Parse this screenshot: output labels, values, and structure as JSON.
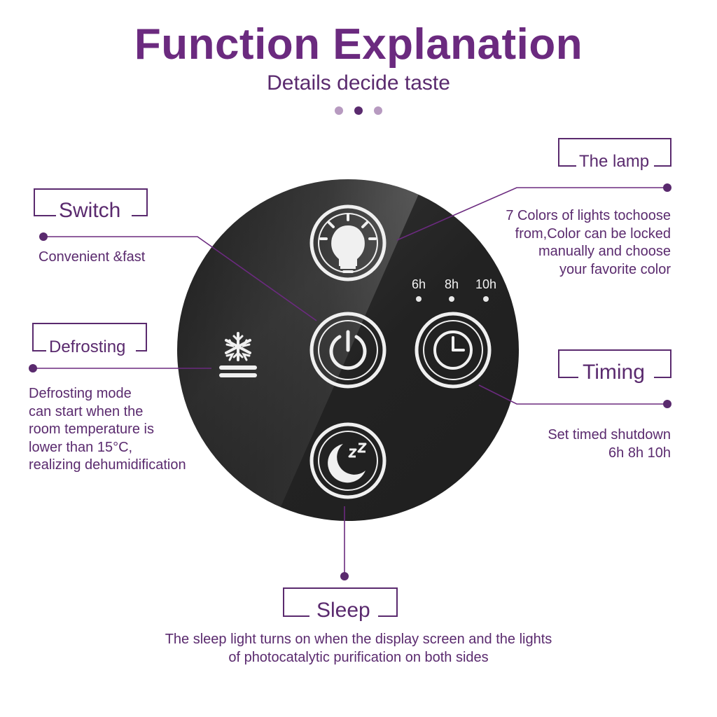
{
  "header": {
    "title": "Function Explanation",
    "subtitle": "Details decide taste"
  },
  "features": {
    "switch": {
      "label": "Switch",
      "desc": "Convenient &fast"
    },
    "lamp": {
      "label": "The lamp",
      "desc_lines": [
        "7 Colors of lights tochoose",
        "from,Color can be locked",
        "manually and choose",
        "your favorite color"
      ]
    },
    "defrosting": {
      "label": "Defrosting",
      "desc_lines": [
        "Defrosting mode",
        "can start when the",
        "room temperature is",
        "lower than 15°C,",
        "realizing dehumidification"
      ]
    },
    "timing": {
      "label": "Timing",
      "desc_lines": [
        "Set timed shutdown",
        "6h 8h 10h"
      ]
    },
    "sleep": {
      "label": "Sleep",
      "desc_lines": [
        "The sleep light turns on when the display screen and the lights",
        "of photocatalytic purification on both sides"
      ]
    }
  },
  "panel": {
    "timer_options": [
      "6h",
      "8h",
      "10h"
    ],
    "buttons": [
      {
        "name": "lamp",
        "icon": "bulb-icon"
      },
      {
        "name": "power",
        "icon": "power-icon"
      },
      {
        "name": "timer",
        "icon": "clock-icon"
      },
      {
        "name": "sleep",
        "icon": "moon-zzz-icon"
      },
      {
        "name": "defrost",
        "icon": "snowflake-icon"
      }
    ]
  },
  "colors": {
    "accent": "#6b2a7f",
    "text": "#5a2a6e",
    "panel": "#232323",
    "panel_highlight": "#3a3a3a",
    "icon": "#f0f0f0"
  }
}
